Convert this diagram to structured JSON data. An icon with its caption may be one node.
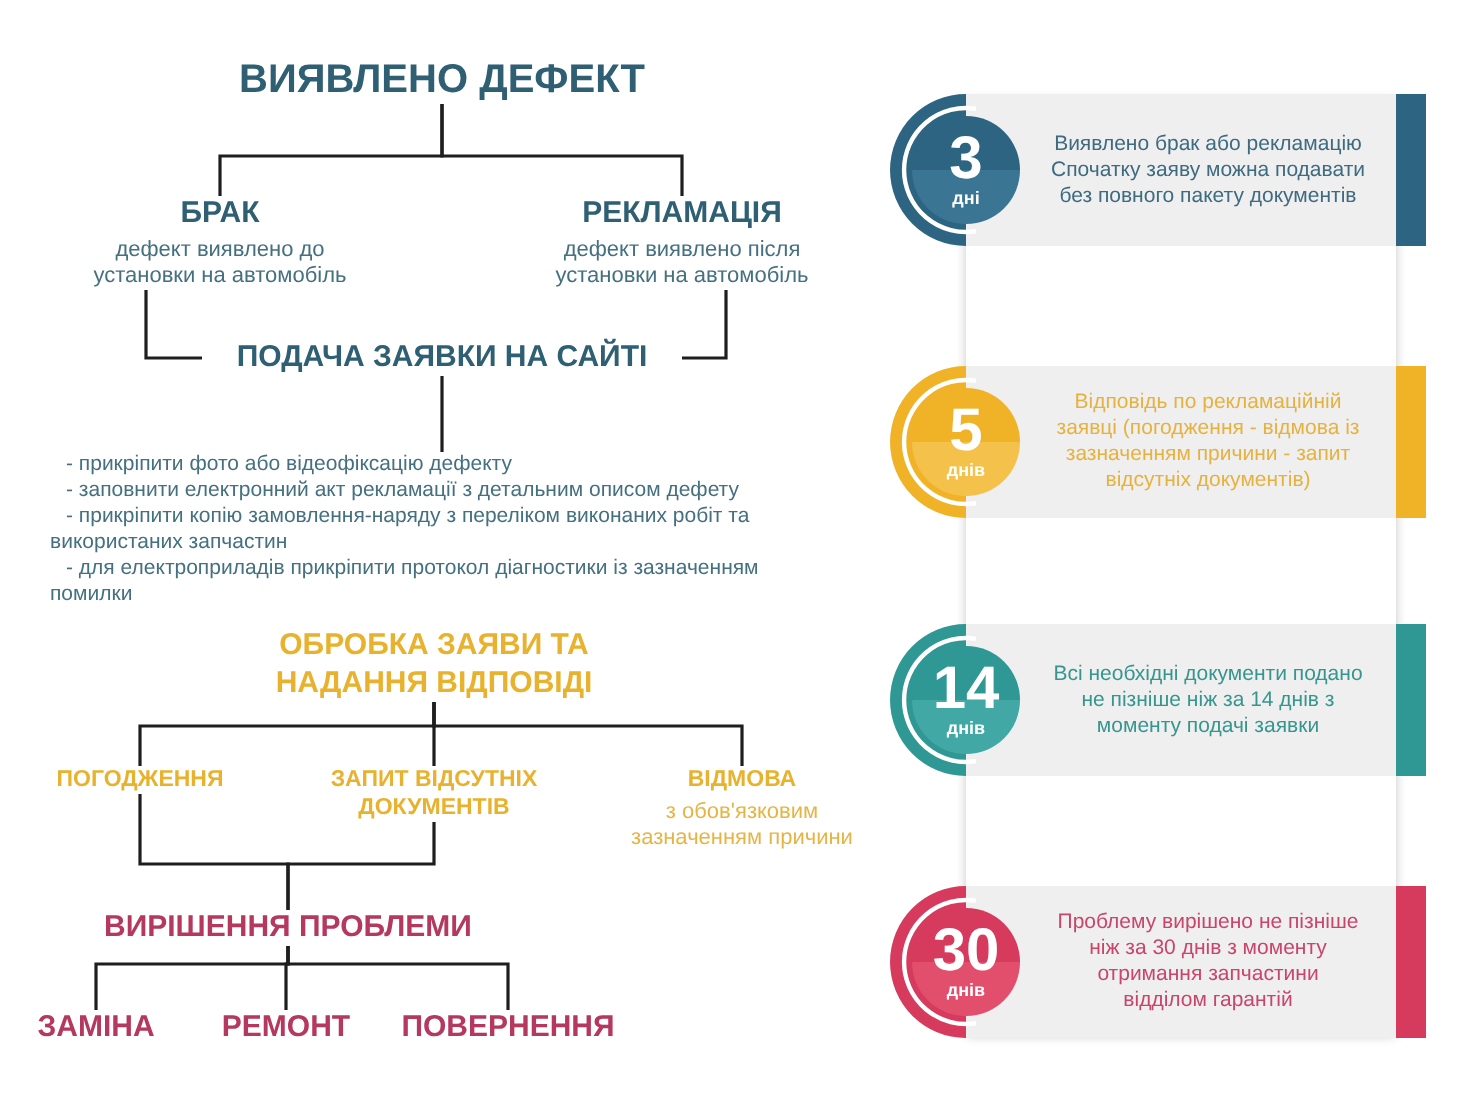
{
  "diagram": {
    "nodes": [
      {
        "text": [
          "ВИЯВЛЕНО ДЕФЕКТ"
        ]
      },
      {
        "text": [
          "БРАК",
          "дефект виявлено до установки на автомобіль"
        ]
      },
      {
        "text": [
          "РЕКЛАМАЦІЯ",
          "дефект виявлено після установки на автомобіль"
        ]
      },
      {
        "text": [
          "ПОДАЧА ЗАЯВКИ НА САЙТІ"
        ]
      },
      {
        "text": [
          "- прикріпити фото або відеофіксацію дефекту",
          "- заповнити електронний акт рекламації з детальним описом дефету",
          "- прикріпити копію замовлення-наряду з переліком виконаних робіт та використаних запчастин",
          "- для електроприладів прикріпити протокол діагностики із зазначенням помилки"
        ]
      },
      {
        "text": [
          "ОБРОБКА ЗАЯВИ ТА НАДАННЯ ВІДПОВІДІ"
        ]
      },
      {
        "text": [
          "ПОГОДЖЕННЯ"
        ]
      },
      {
        "text": [
          "ЗАПИТ ВІДСУТНІХ ДОКУМЕНТІВ"
        ]
      },
      {
        "text": [
          "ВІДМОВА",
          "з обов'язковим зазначенням причини"
        ]
      },
      {
        "text": [
          "ВИРІШЕННЯ ПРОБЛЕМИ"
        ]
      },
      {
        "text": [
          "ЗАМІНА"
        ]
      },
      {
        "text": [
          "РЕМОНТ"
        ]
      },
      {
        "text": [
          "ПОВЕРНЕННЯ"
        ]
      },
      {
        "text": [
          "3",
          "дні"
        ]
      },
      {
        "text": [
          "Виявлено брак або рекламацію",
          "Спочатку заяву можна подавати без повного пакету документів"
        ]
      },
      {
        "text": [
          "5",
          "днів"
        ]
      },
      {
        "text": [
          "Відповідь по рекламаційній заявці (погодження - відмова із зазначенням причини - запит відсутніх документів)"
        ]
      },
      {
        "text": [
          "14",
          "днів"
        ]
      },
      {
        "text": [
          "Всі необхідні документи подано не пізніше ніж за 14 днів з моменту подачі заявки"
        ]
      },
      {
        "text": [
          "30",
          "днів"
        ]
      },
      {
        "text": [
          "Проблему вирішено не пізніше ніж за 30 днів з моменту отримання запчастини відділом гарантій"
        ]
      }
    ],
    "edges": [
      {
        "from": 0,
        "to": 1,
        "arrow": "none"
      },
      {
        "from": 0,
        "to": 2,
        "arrow": "none"
      },
      {
        "from": 1,
        "to": 3,
        "arrow": "none"
      },
      {
        "from": 2,
        "to": 3,
        "arrow": "none"
      },
      {
        "from": 3,
        "to": 4,
        "arrow": "none"
      },
      {
        "from": 5,
        "to": 6,
        "arrow": "none"
      },
      {
        "from": 5,
        "to": 7,
        "arrow": "none"
      },
      {
        "from": 5,
        "to": 8,
        "arrow": "none"
      },
      {
        "from": 6,
        "to": 9,
        "arrow": "none"
      },
      {
        "from": 7,
        "to": 9,
        "arrow": "none"
      },
      {
        "from": 9,
        "to": 10,
        "arrow": "none"
      },
      {
        "from": 9,
        "to": 11,
        "arrow": "none"
      },
      {
        "from": 9,
        "to": 12,
        "arrow": "none"
      }
    ]
  }
}
